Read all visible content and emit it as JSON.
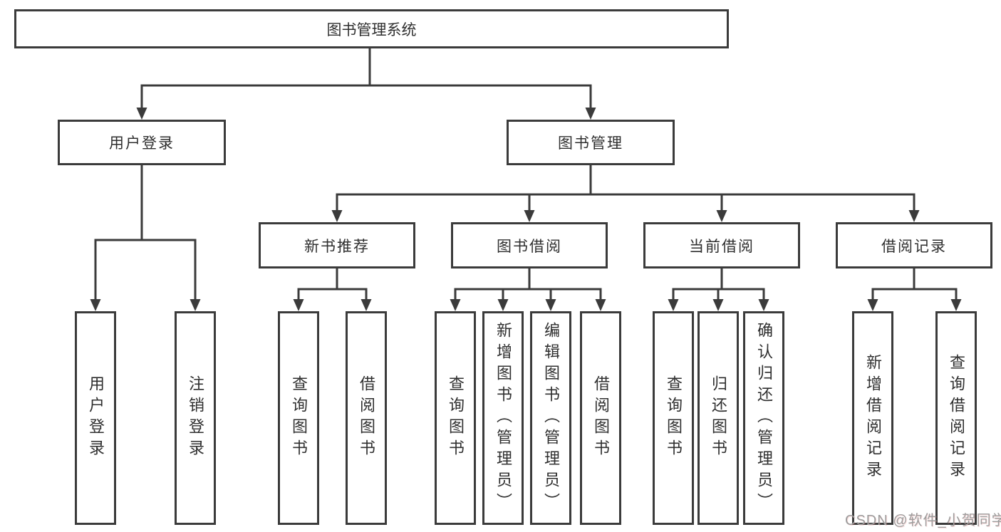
{
  "diagram": {
    "nodes": {
      "root": {
        "label": "图书管理系统"
      },
      "userLogin": {
        "label": "用户登录"
      },
      "bookMgmt": {
        "label": "图书管理"
      },
      "newBooks": {
        "label": "新书推荐"
      },
      "bookBorrow": {
        "label": "图书借阅"
      },
      "currentBorrow": {
        "label": "当前借阅"
      },
      "borrowRecords": {
        "label": "借阅记录"
      },
      "uLogin": {
        "label": "用户登录"
      },
      "uLogout": {
        "label": "注销登录"
      },
      "nbSearch": {
        "label": "查询图书"
      },
      "nbBorrow": {
        "label": "借阅图书"
      },
      "bbSearch": {
        "label": "查询图书"
      },
      "bbAdd": {
        "label": "新增图书（管理员）"
      },
      "bbEdit": {
        "label": "编辑图书（管理员）"
      },
      "bbBorrow": {
        "label": "借阅图书"
      },
      "cbSearch": {
        "label": "查询图书"
      },
      "cbReturn": {
        "label": "归还图书"
      },
      "cbConfirm": {
        "label": "确认归还（管理员）"
      },
      "brAdd": {
        "label": "新增借阅记录"
      },
      "brSearch": {
        "label": "查询借阅记录"
      }
    },
    "hierarchy": {
      "图书管理系统": {
        "用户登录": [
          "用户登录",
          "注销登录"
        ],
        "图书管理": {
          "新书推荐": [
            "查询图书",
            "借阅图书"
          ],
          "图书借阅": [
            "查询图书",
            "新增图书（管理员）",
            "编辑图书（管理员）",
            "借阅图书"
          ],
          "当前借阅": [
            "查询图书",
            "归还图书",
            "确认归还（管理员）"
          ],
          "借阅记录": [
            "新增借阅记录",
            "查询借阅记录"
          ]
        }
      }
    },
    "watermark": "CSDN @软件_小贺同学",
    "colors": {
      "line": "#3b3b3b",
      "text": "#2f2f2f",
      "watermark": "#9d9d9d",
      "background": "#ffffff"
    }
  }
}
